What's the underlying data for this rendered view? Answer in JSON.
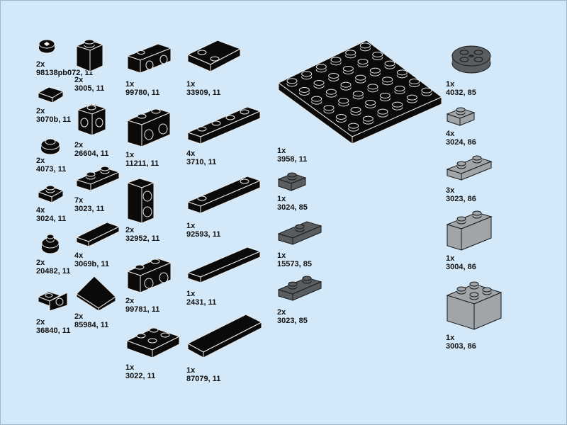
{
  "page": {
    "background": "#d3e8f8"
  },
  "colors": {
    "black": "#0a0a0a",
    "dark_gray": "#595d60",
    "light_gray": "#a0a5a9",
    "outline": "#e8e8e8"
  },
  "parts": [
    {
      "id": "p01",
      "qty": "2x",
      "code": "98138pb072, 11",
      "icon": "round-tile-printed-icon"
    },
    {
      "id": "p02",
      "qty": "2x",
      "code": "3005, 11",
      "icon": "brick-1x1-icon"
    },
    {
      "id": "p03",
      "qty": "1x",
      "code": "99780, 11",
      "icon": "bracket-icon"
    },
    {
      "id": "p04",
      "qty": "1x",
      "code": "33909, 11",
      "icon": "plate-2x2-corner-icon"
    },
    {
      "id": "p05",
      "qty": "2x",
      "code": "3070b, 11",
      "icon": "tile-1x1-icon"
    },
    {
      "id": "p06",
      "qty": "2x",
      "code": "26604, 11",
      "icon": "brick-1x1-studs-sides-icon"
    },
    {
      "id": "p07",
      "qty": "1x",
      "code": "11211, 11",
      "icon": "brick-1x2-studs-side-icon"
    },
    {
      "id": "p08",
      "qty": "4x",
      "code": "3710, 11",
      "icon": "plate-1x4-icon"
    },
    {
      "id": "p09",
      "qty": "1x",
      "code": "3958, 11",
      "icon": "plate-6x6-icon"
    },
    {
      "id": "p10",
      "qty": "2x",
      "code": "4073, 11",
      "icon": "round-plate-1x1-icon"
    },
    {
      "id": "p11",
      "qty": "4x",
      "code": "3024, 11",
      "icon": "plate-1x1-icon"
    },
    {
      "id": "p12",
      "qty": "7x",
      "code": "3023, 11",
      "icon": "plate-1x2-icon"
    },
    {
      "id": "p13",
      "qty": "2x",
      "code": "32952, 11",
      "icon": "brick-1x1x2-studs-side-icon"
    },
    {
      "id": "p14",
      "qty": "1x",
      "code": "92593, 11",
      "icon": "plate-1x4-two-studs-icon"
    },
    {
      "id": "p15",
      "qty": "1x",
      "code": "3024, 85",
      "icon": "plate-1x1-icon"
    },
    {
      "id": "p16",
      "qty": "2x",
      "code": "20482, 11",
      "icon": "round-tile-bar-icon"
    },
    {
      "id": "p17",
      "qty": "4x",
      "code": "3069b, 11",
      "icon": "tile-1x2-icon"
    },
    {
      "id": "p18",
      "qty": "2x",
      "code": "99781, 11",
      "icon": "bracket-inverted-icon"
    },
    {
      "id": "p19",
      "qty": "1x",
      "code": "15573, 85",
      "icon": "jumper-plate-icon"
    },
    {
      "id": "p20",
      "qty": "2x",
      "code": "36840, 11",
      "icon": "bracket-1x1-icon"
    },
    {
      "id": "p21",
      "qty": "2x",
      "code": "85984, 11",
      "icon": "slope-tile-icon"
    },
    {
      "id": "p22",
      "qty": "1x",
      "code": "2431, 11",
      "icon": "tile-1x4-icon"
    },
    {
      "id": "p23",
      "qty": "2x",
      "code": "3023, 85",
      "icon": "plate-1x2-icon"
    },
    {
      "id": "p24",
      "qty": "1x",
      "code": "3022, 11",
      "icon": "plate-2x2-icon"
    },
    {
      "id": "p25",
      "qty": "1x",
      "code": "87079, 11",
      "icon": "tile-2x4-icon"
    },
    {
      "id": "p26",
      "qty": "1x",
      "code": "4032, 85",
      "icon": "round-plate-2x2-icon"
    },
    {
      "id": "p27",
      "qty": "4x",
      "code": "3024, 86",
      "icon": "plate-1x1-icon"
    },
    {
      "id": "p28",
      "qty": "3x",
      "code": "3023, 86",
      "icon": "plate-1x2-icon"
    },
    {
      "id": "p29",
      "qty": "1x",
      "code": "3004, 86",
      "icon": "brick-1x2-icon"
    },
    {
      "id": "p30",
      "qty": "1x",
      "code": "3003, 86",
      "icon": "brick-2x2-icon"
    }
  ]
}
